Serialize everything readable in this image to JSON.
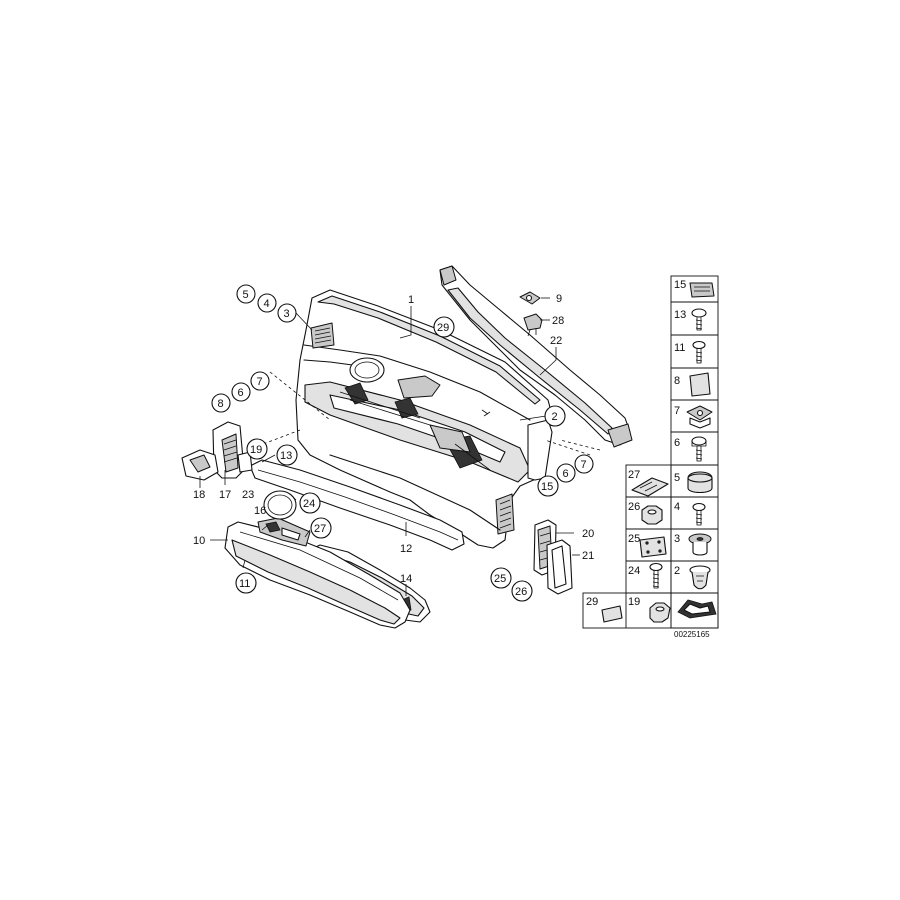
{
  "labels": {
    "l1": "1",
    "l2": "2",
    "l3": "3",
    "l4": "4",
    "l5": "5",
    "l6a": "6",
    "l6b": "6",
    "l7a": "7",
    "l7b": "7",
    "l8": "8",
    "l9": "9",
    "l10": "10",
    "l11": "11",
    "l12": "12",
    "l13": "13",
    "l14": "14",
    "l15": "15",
    "l16": "16",
    "l17": "17",
    "l18": "18",
    "l19": "19",
    "l20": "20",
    "l21": "21",
    "l22": "22",
    "l23": "23",
    "l24": "24",
    "l25": "25",
    "l26": "26",
    "l27": "27",
    "l28": "28",
    "l29": "29"
  },
  "grid_labels": {
    "g15": "15",
    "g13": "13",
    "g11": "11",
    "g8": "8",
    "g7": "7",
    "g6": "6",
    "g27": "27",
    "g5": "5",
    "g26": "26",
    "g4": "4",
    "g25": "25",
    "g3": "3",
    "g24": "24",
    "g2": "2",
    "g29": "29",
    "g19": "19"
  },
  "reference_number": "00225165"
}
